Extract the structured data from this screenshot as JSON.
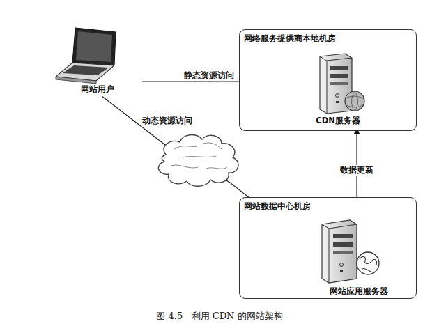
{
  "diagram": {
    "caption": "图 4.5   利用 CDN 的网站架构",
    "nodes": [
      {
        "text": [
          "网络服务提供商本地机房"
        ]
      },
      {
        "text": [
          "CDN服务器"
        ],
        "in": 0
      },
      {
        "text": [
          "网站数据中心机房"
        ]
      },
      {
        "text": [
          "网站应用服务器"
        ],
        "in": 2
      },
      {
        "text": [
          "网站用户"
        ]
      }
    ],
    "edges": [
      {
        "from": 4,
        "to": 1,
        "label": "静态资源访问",
        "arrow": "to"
      },
      {
        "from": 4,
        "to": 3,
        "label": "动态资源访问",
        "arrow": "to"
      },
      {
        "from": 1,
        "to": 3,
        "label": "数据更新",
        "arrow": "both"
      }
    ]
  }
}
